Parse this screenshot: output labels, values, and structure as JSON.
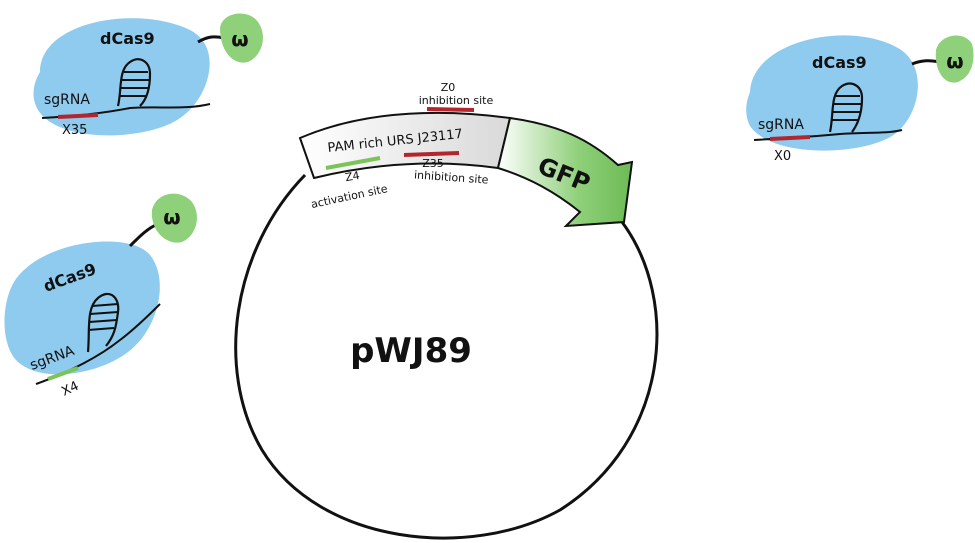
{
  "plasmid": {
    "name": "pWJ89",
    "promoter_label": "PAM rich URS J23117",
    "reporter_label": "GFP",
    "sites": [
      {
        "id": "Z0",
        "type": "inhibition site",
        "color": "#b3262d"
      },
      {
        "id": "Z35",
        "type": "inhibition site",
        "color": "#b3262d"
      },
      {
        "id": "Z4",
        "type": "activation site",
        "color": "#7cc35a"
      }
    ]
  },
  "complexes": [
    {
      "protein": "dCas9",
      "guide": "sgRNA",
      "target": "X35",
      "effector": "ω",
      "target_color": "#b3262d"
    },
    {
      "protein": "dCas9",
      "guide": "sgRNA",
      "target": "X4",
      "effector": "ω",
      "target_color": "#7cc35a"
    },
    {
      "protein": "dCas9",
      "guide": "sgRNA",
      "target": "X0",
      "effector": "ω",
      "target_color": "#b3262d"
    }
  ],
  "colors": {
    "dcas9_fill": "#8ecbef",
    "omega_fill": "#8fd07a",
    "gfp_fill": "#8fd07a",
    "inhibition": "#b3262d",
    "activation": "#7cc35a",
    "promoter_fill": "#e6e6e6"
  }
}
